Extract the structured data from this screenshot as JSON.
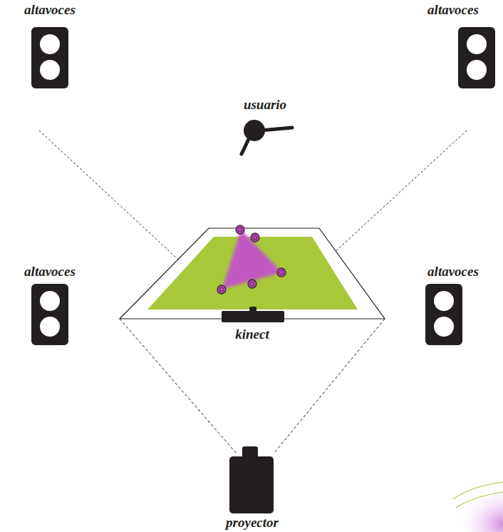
{
  "diagram": {
    "labels": [
      "altavoces",
      "altavoces",
      "usuario",
      "altavoces",
      "altavoces",
      "kinect",
      "proyector"
    ]
  }
}
